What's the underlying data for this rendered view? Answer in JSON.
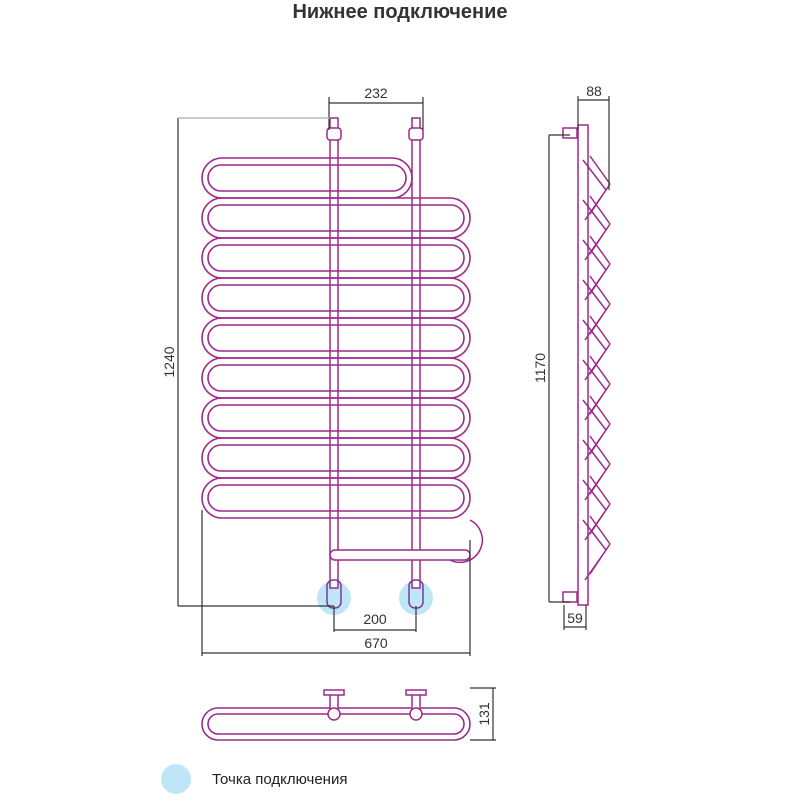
{
  "title": "Нижнее подключение",
  "dimensions": {
    "top_axis_spacing": "232",
    "total_height": "1240",
    "connection_spacing": "200",
    "total_width": "670",
    "side_depth": "88",
    "side_height": "1170",
    "side_offset": "59",
    "bottom_depth": "131"
  },
  "legend": {
    "label": "Точка подключения"
  },
  "colors": {
    "tube": "#9b2a8c",
    "dim": "#333333",
    "connection": "#bfe6f7"
  },
  "rows": 9
}
